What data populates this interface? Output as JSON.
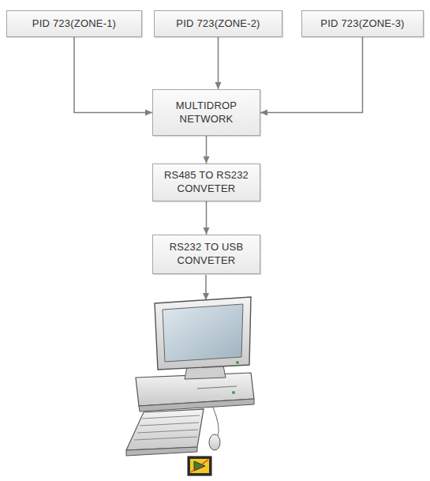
{
  "diagram": {
    "nodes": [
      {
        "text": [
          "PID 723(ZONE-1)"
        ]
      },
      {
        "text": [
          "PID 723(ZONE-2)"
        ]
      },
      {
        "text": [
          "PID 723(ZONE-3)"
        ]
      },
      {
        "text": [
          "MULTIDROP NETWORK"
        ]
      },
      {
        "text": [
          "RS485 TO RS232 CONVETER"
        ]
      },
      {
        "text": [
          "RS232 TO USB CONVETER"
        ]
      }
    ],
    "edges": [
      {
        "from": 0,
        "to": 3,
        "arrow": "to"
      },
      {
        "from": 1,
        "to": 3,
        "arrow": "to"
      },
      {
        "from": 2,
        "to": 3,
        "arrow": "to"
      },
      {
        "from": 3,
        "to": 4,
        "arrow": "to"
      },
      {
        "from": 4,
        "to": 5,
        "arrow": "to"
      }
    ]
  }
}
